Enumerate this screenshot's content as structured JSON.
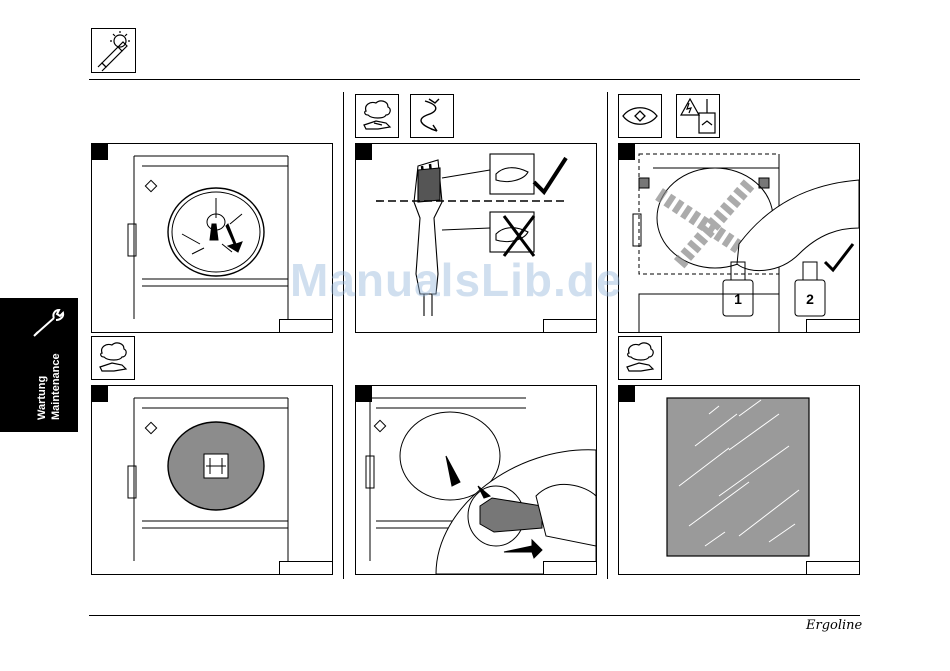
{
  "sidebar": {
    "label_de": "Wartung",
    "label_en": "Maintenance",
    "tool_icon": "wrench-icon"
  },
  "header": {
    "icon": "lamp-bulb-icon"
  },
  "columns": [
    {
      "icons": []
    },
    {
      "icons": [
        "wipe-hand-icon",
        "twist-arrow-icon"
      ]
    },
    {
      "icons": [
        "eye-icon",
        "electric-warning-icon"
      ]
    }
  ],
  "panels": {
    "p1": {
      "content": "oven light cover turn anticlockwise"
    },
    "p2": {
      "icons": [
        "checkmark-icon",
        "cross-icon"
      ]
    },
    "p3": {
      "labels": [
        "1",
        "2"
      ]
    },
    "p5": {
      "content": "remove light bulb"
    },
    "p6": {
      "content": "glass panel"
    }
  },
  "watermark": "ManualsLib.de",
  "footer": {
    "logo": "Ergoline"
  },
  "colors": {
    "ink": "#000000",
    "gray_fill": "#8c8c8c",
    "panel_glass": "#9a9a9a",
    "watermark": "#96b9dc"
  }
}
